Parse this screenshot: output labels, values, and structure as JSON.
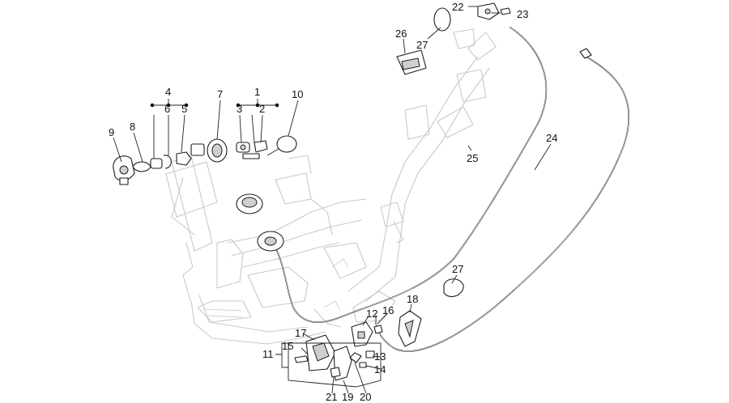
{
  "callouts": {
    "c1": "1",
    "c2": "2",
    "c3": "3",
    "c4": "4",
    "c5": "5",
    "c6": "6",
    "c7": "7",
    "c8": "8",
    "c9": "9",
    "c10": "10",
    "c11": "11",
    "c12": "12",
    "c13": "13",
    "c14": "14",
    "c15": "15",
    "c16": "16",
    "c17": "17",
    "c18": "18",
    "c19": "19",
    "c20": "20",
    "c21": "21",
    "c22": "22",
    "c23": "23",
    "c24": "24",
    "c25": "25",
    "c26": "26",
    "c27a": "27",
    "c27b": "27"
  },
  "colors": {
    "frame": "#c9c9c9",
    "parts": "#1e1e1e",
    "labels": "#111111"
  }
}
